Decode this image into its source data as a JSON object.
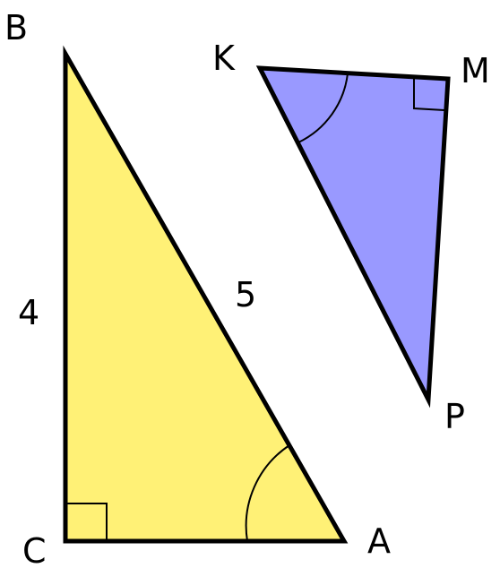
{
  "triangles": {
    "abc": {
      "fill": "#fff176",
      "stroke": "#000000",
      "vertices": {
        "b": "B",
        "c": "C",
        "a": "A"
      },
      "sides": {
        "bc": "4",
        "ab": "5"
      }
    },
    "kmp": {
      "fill": "#9999ff",
      "stroke": "#000000",
      "vertices": {
        "k": "K",
        "m": "M",
        "p": "P"
      }
    }
  }
}
